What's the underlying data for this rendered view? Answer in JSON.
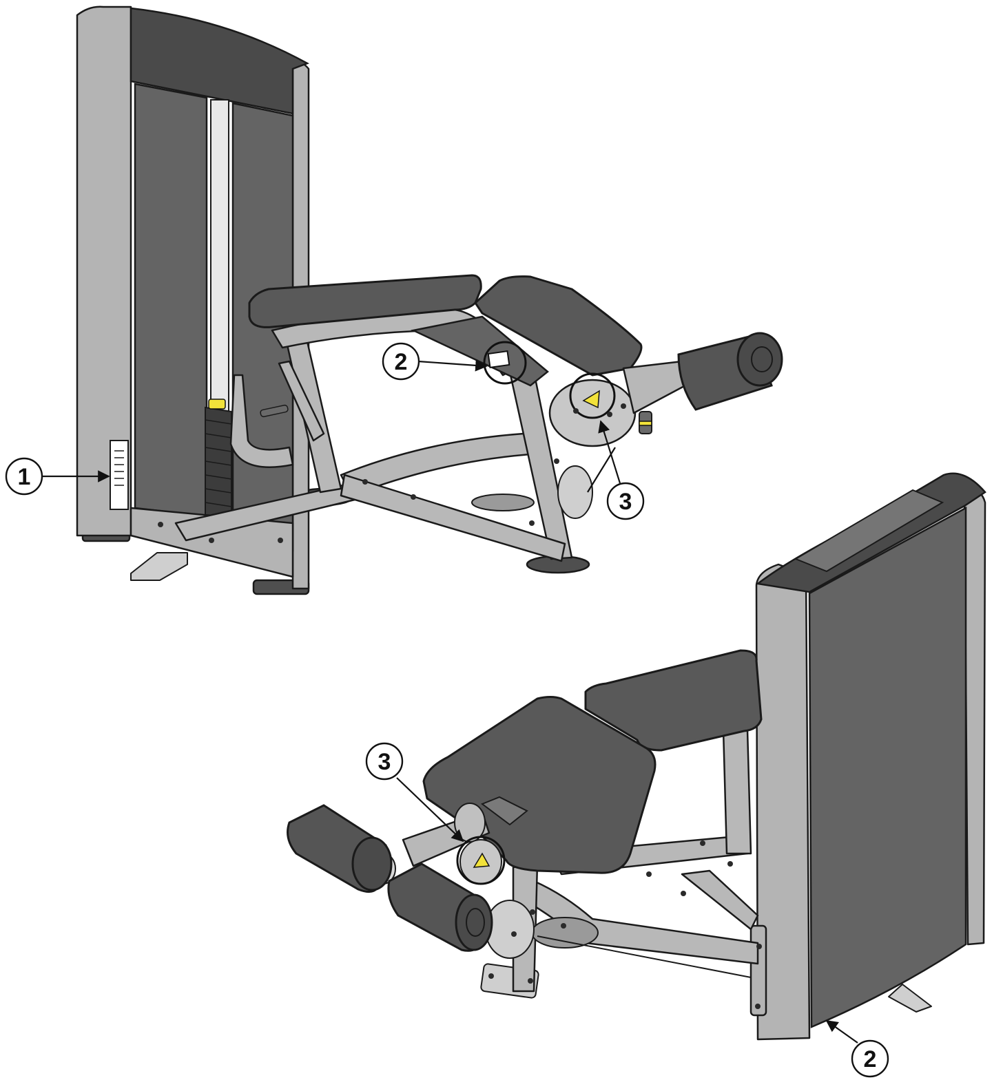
{
  "callouts": [
    {
      "id": "1",
      "label": "1"
    },
    {
      "id": "2a",
      "label": "2"
    },
    {
      "id": "3a",
      "label": "3"
    },
    {
      "id": "3b",
      "label": "3"
    },
    {
      "id": "2b",
      "label": "2"
    }
  ],
  "colors": {
    "frame": "#b4b4b4",
    "panel": "#646464",
    "pad": "#595959",
    "warning_label": "#f2e23a"
  }
}
